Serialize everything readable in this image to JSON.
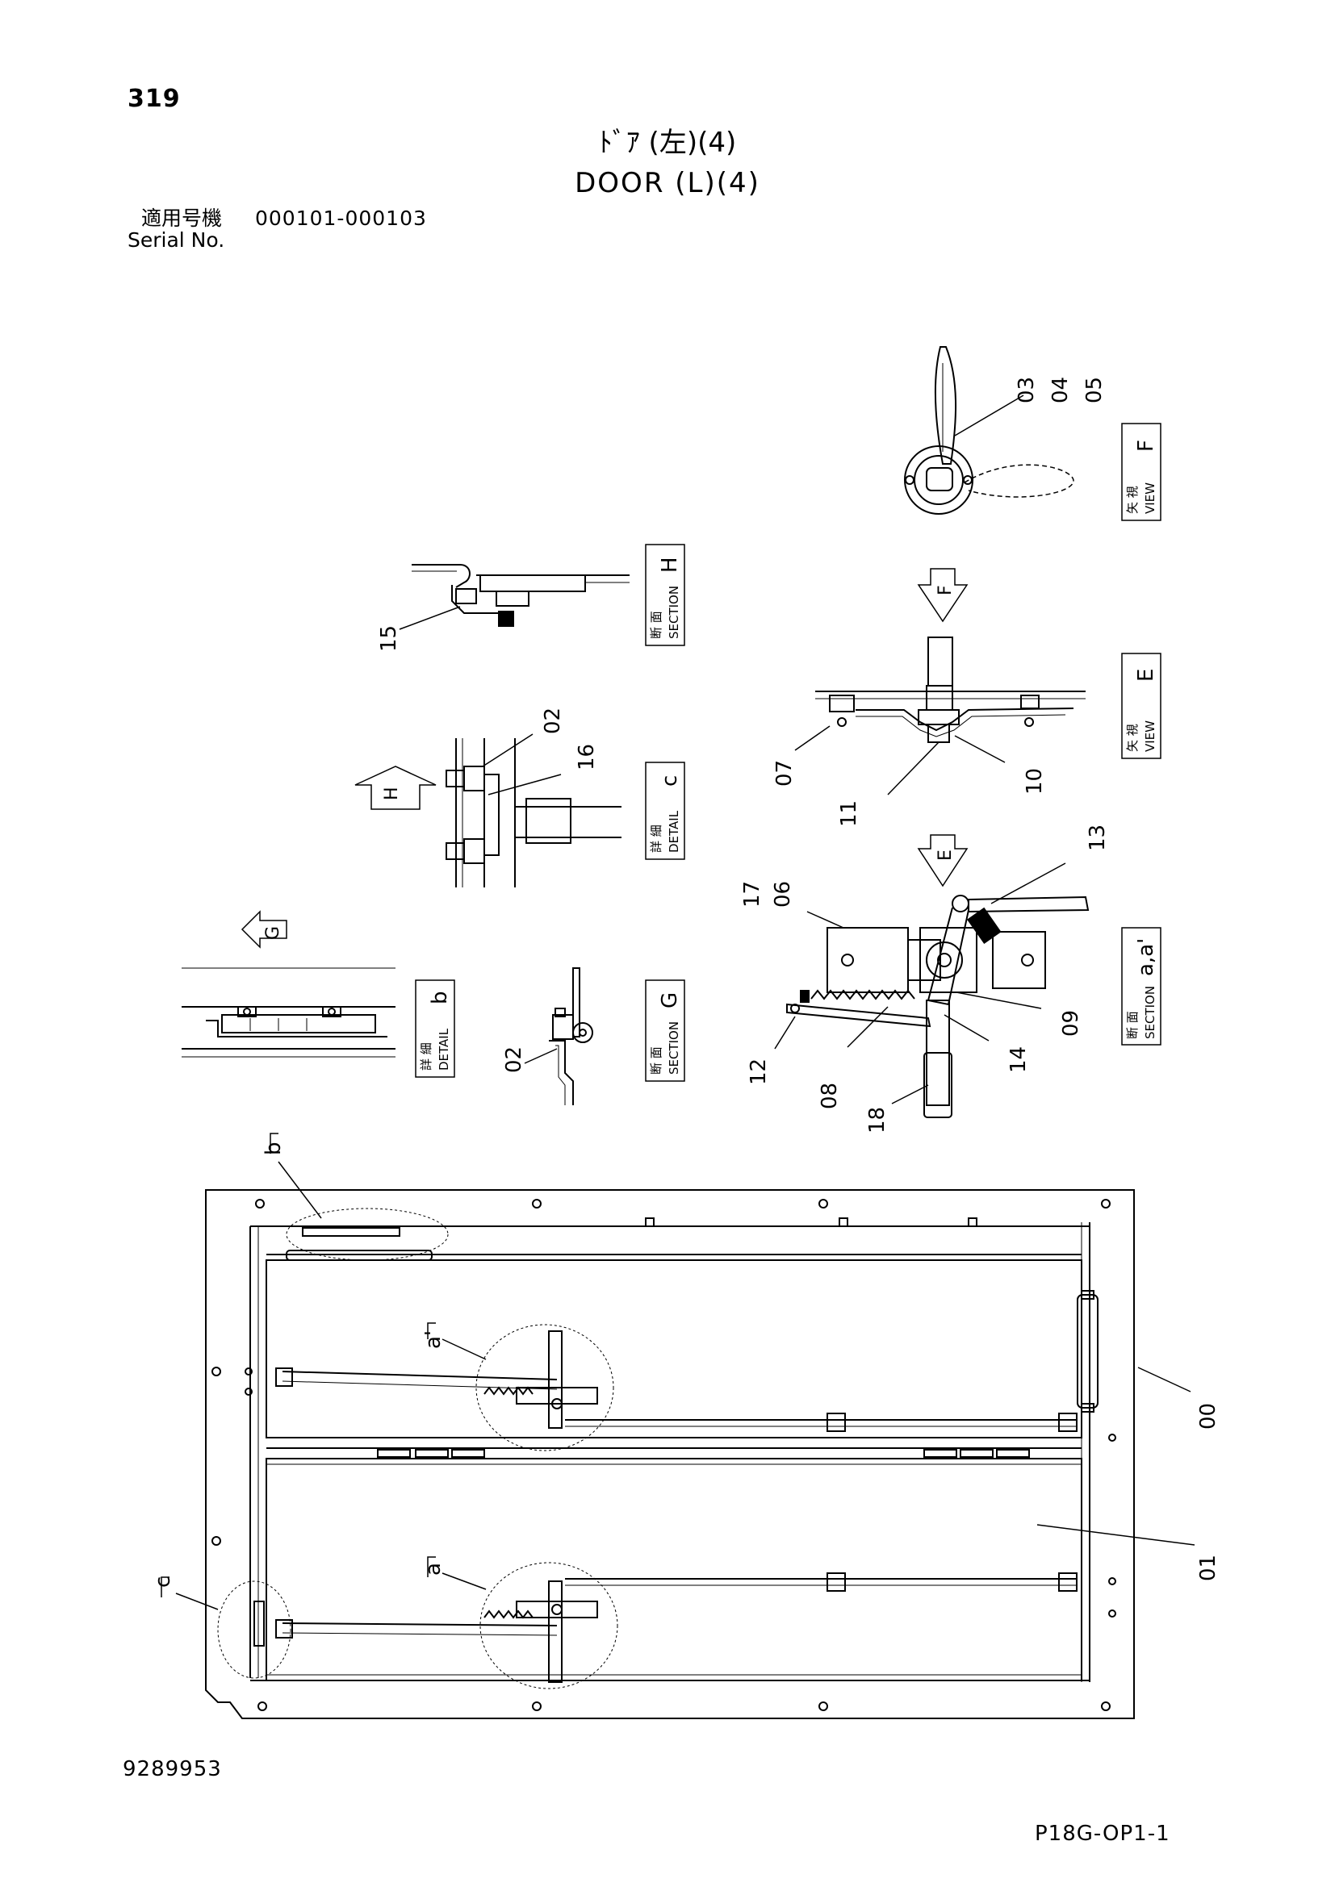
{
  "header": {
    "page_number": "319",
    "title_jp": "ﾄﾞｱ (左)(4)",
    "title_en": "DOOR (L)(4)",
    "serial_label_jp": "適用号機",
    "serial_value": "000101-000103",
    "serial_label_en": "Serial No."
  },
  "footer": {
    "doc_number": "9289953",
    "sheet_code": "P18G-OP1-1"
  },
  "part_numbers": [
    "00",
    "01",
    "02",
    "02",
    "03",
    "04",
    "05",
    "06",
    "07",
    "08",
    "09",
    "10",
    "11",
    "12",
    "13",
    "14",
    "15",
    "16",
    "17",
    "18"
  ],
  "view_labels": {
    "F": {
      "jp": "矢 視",
      "en": "VIEW",
      "letter": "F"
    },
    "E": {
      "jp": "矢 視",
      "en": "VIEW",
      "letter": "E"
    },
    "H": {
      "jp": "断 面",
      "en": "SECTION",
      "letter": "H"
    },
    "C": {
      "jp": "詳 細",
      "en": "DETAIL",
      "letter": "c"
    },
    "G": {
      "jp": "断 面",
      "en": "SECTION",
      "letter": "G"
    },
    "B": {
      "jp": "詳 細",
      "en": "DETAIL",
      "letter": "b"
    },
    "A": {
      "jp": "断 面",
      "en": "SECTION",
      "letter": "a,a'"
    }
  },
  "detail_markers": {
    "a": "a",
    "a_prime": "a'",
    "b": "b",
    "c": "c",
    "arrow_E": "E",
    "arrow_F": "F",
    "arrow_G": "G",
    "arrow_H": "H"
  },
  "labels": {
    "p00": "00",
    "p01": "01",
    "p02a": "02",
    "p02b": "02",
    "p03": "03",
    "p04": "04",
    "p05": "05",
    "p06": "06",
    "p07": "07",
    "p08": "08",
    "p09": "09",
    "p10": "10",
    "p11": "11",
    "p12": "12",
    "p13": "13",
    "p14": "14",
    "p15": "15",
    "p16": "16",
    "p17": "17",
    "p18": "18"
  }
}
